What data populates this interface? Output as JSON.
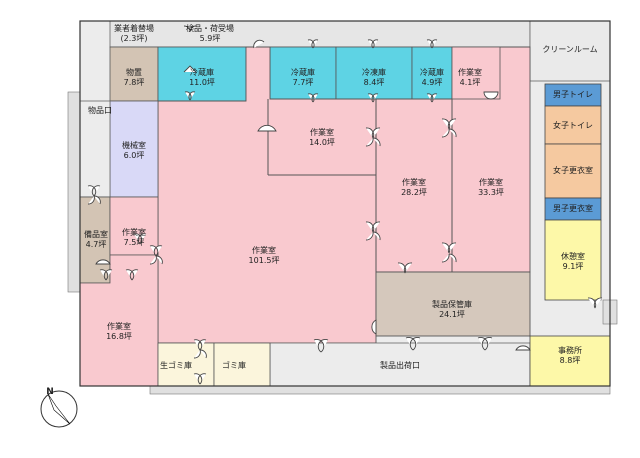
{
  "colors": {
    "work": "#f9c9cf",
    "storage_cold": "#5ed3e4",
    "machine": "#d9d9f7",
    "grey": "#e3e3e3",
    "tan": "#d3c4b4",
    "product_storage": "#d5c8bc",
    "orange": "#f5c9a0",
    "blue_toilet": "#5b9bd5",
    "yellow": "#fdf8a8",
    "cream": "#fbf5dc",
    "clean_room": "#eaeaea",
    "wall": "#444444"
  },
  "rooms": [
    {
      "id": "delivery_changing",
      "name": "業者着替場",
      "area": "(2.3坪)"
    },
    {
      "id": "inspection",
      "name": "検品・荷受場",
      "area": "5.9坪"
    },
    {
      "id": "clean_room",
      "name": "クリーンルーム",
      "area": ""
    },
    {
      "id": "storage_room",
      "name": "物置",
      "area": "7.8坪"
    },
    {
      "id": "fridge1",
      "name": "冷蔵庫",
      "area": "11.0坪"
    },
    {
      "id": "fridge2",
      "name": "冷蔵庫",
      "area": "7.7坪"
    },
    {
      "id": "freezer",
      "name": "冷凍庫",
      "area": "8.4坪"
    },
    {
      "id": "fridge3",
      "name": "冷蔵庫",
      "area": "4.9坪"
    },
    {
      "id": "work_small",
      "name": "作業室",
      "area": "4.1坪"
    },
    {
      "id": "mens_toilet",
      "name": "男子トイレ",
      "area": ""
    },
    {
      "id": "womens_toilet",
      "name": "女子トイレ",
      "area": ""
    },
    {
      "id": "womens_changing",
      "name": "女子更衣室",
      "area": ""
    },
    {
      "id": "mens_changing",
      "name": "男子更衣室",
      "area": ""
    },
    {
      "id": "rest_room",
      "name": "休憩室",
      "area": "9.1坪"
    },
    {
      "id": "goods_entrance",
      "name": "物品口",
      "area": ""
    },
    {
      "id": "machine_room",
      "name": "機械室",
      "area": "6.0坪"
    },
    {
      "id": "work_14",
      "name": "作業室",
      "area": "14.0坪"
    },
    {
      "id": "work_28",
      "name": "作業室",
      "area": "28.2坪"
    },
    {
      "id": "work_33",
      "name": "作業室",
      "area": "33.3坪"
    },
    {
      "id": "equipment_room",
      "name": "備品室",
      "area": "4.7坪"
    },
    {
      "id": "work_75",
      "name": "作業室",
      "area": "7.5坪"
    },
    {
      "id": "work_101",
      "name": "作業室",
      "area": "101.5坪"
    },
    {
      "id": "product_storage",
      "name": "製品保管庫",
      "area": "24.1坪"
    },
    {
      "id": "work_168",
      "name": "作業室",
      "area": "16.8坪"
    },
    {
      "id": "office",
      "name": "事務所",
      "area": "8.8坪"
    },
    {
      "id": "raw_garbage",
      "name": "生ゴミ庫",
      "area": ""
    },
    {
      "id": "garbage",
      "name": "ゴミ庫",
      "area": ""
    },
    {
      "id": "product_exit",
      "name": "製品出荷口",
      "area": ""
    }
  ],
  "compass": {
    "label": "N"
  }
}
